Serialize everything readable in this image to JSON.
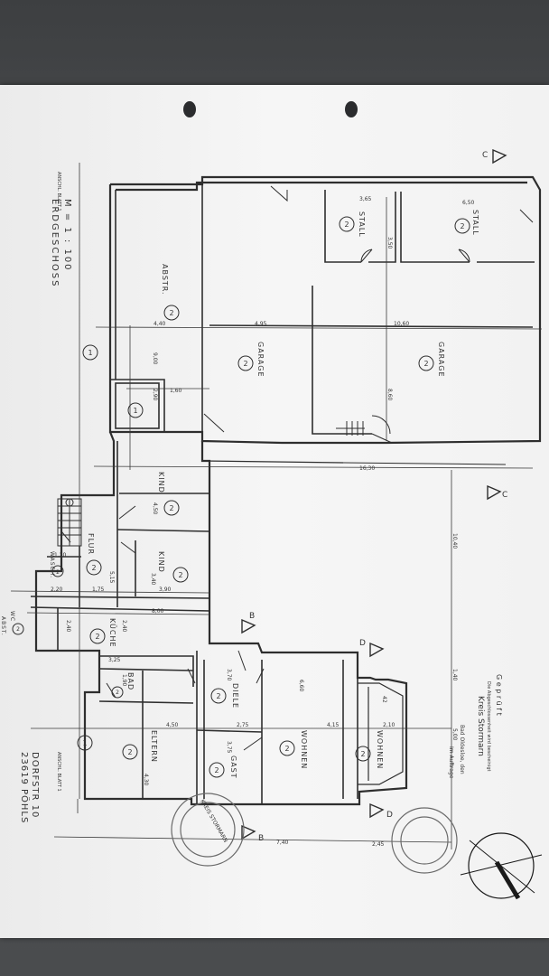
{
  "sheet": {
    "title": "ERDGESCHOSS",
    "scale": "M = 1 : 100",
    "address_line1": "DORFSTR 10",
    "address_line2": "23619 PÖHLS",
    "section_ref_left": "ANSCHL. BLATT 1",
    "section_ref_right": "ANSCHL. BLATT 1"
  },
  "approval": {
    "line1": "G e p r ü f t",
    "line2": "Die Abgeschlossenheit wird bescheinigt",
    "line3": "Kreis Stormarn",
    "line4": "Bad Oldesloe, den",
    "line5": "Im Auftrage",
    "stamp_text": "KREIS STORMARN"
  },
  "rooms": {
    "stall_top": "STALL",
    "stall_small": "STALL",
    "garage_right": "GARAGE",
    "garage_left": "GARAGE",
    "abstr": "ABSTR.",
    "kind_1": "KIND",
    "kind_2": "KIND",
    "flur": "FLUR",
    "wasch": "WASCH.",
    "kueche": "KÜCHE",
    "abst": "ABST.",
    "wc": "WC",
    "bad": "BAD",
    "diele": "DIELE",
    "gast": "GAST",
    "eltern": "ELTERN",
    "wohnen_1": "WOHNEN",
    "wohnen_2": "WOHNEN"
  },
  "unit_numbers": {
    "two": "2",
    "one": "1"
  },
  "dimensions": {
    "d650": "6,50",
    "d365": "3,65",
    "d350": "3,50",
    "d1060": "10,60",
    "d495": "4,95",
    "d440": "4,40",
    "d860": "8,60",
    "d900": "9,00",
    "d290": "2,90",
    "d160": "1,60",
    "d1630": "16,30",
    "d1040": "10,40",
    "d450": "4,50",
    "d340": "3,40",
    "d390": "3,90",
    "d515": "5,15",
    "d175": "1,75",
    "d220": "2,20",
    "d120": "1,20",
    "d800": "8,00",
    "d240": "2,40",
    "d240b": "2,40",
    "d140": "1,40",
    "d660": "6,60",
    "d370": "3,70",
    "d190": "1,90",
    "d325": "3,25",
    "d275": "2,75",
    "d415": "4,15",
    "d210": "2,10",
    "d500": "5,00",
    "d450b": "4,50",
    "d430": "4,30",
    "d375": "3,75",
    "d740": "7,40",
    "d245": "2,45",
    "d42": "42"
  },
  "section_marks": {
    "c": "C",
    "b": "B",
    "d": "D"
  },
  "colors": {
    "paper": "#f3f3f3",
    "ink": "#2e2e2e",
    "table": "#4a4c4e",
    "north": "#1a1a1a"
  }
}
